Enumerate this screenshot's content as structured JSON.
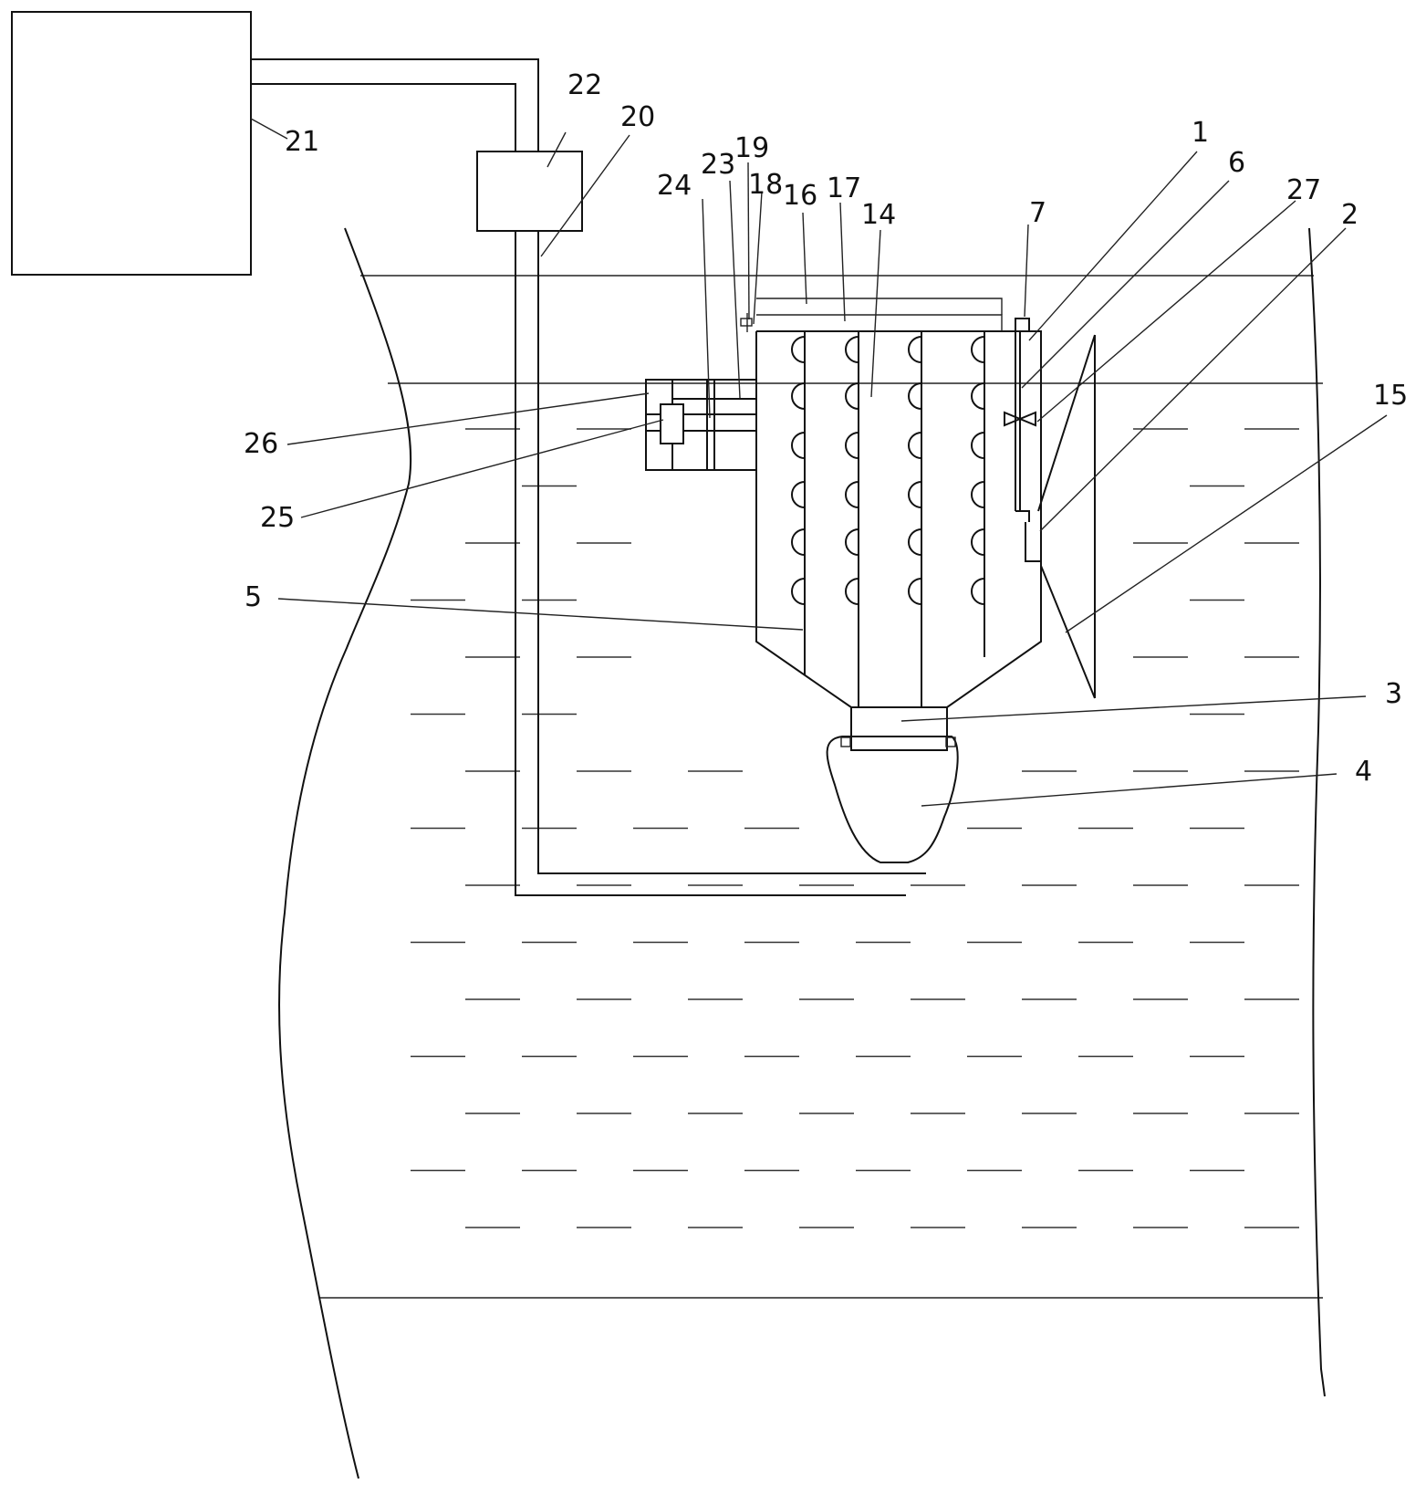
{
  "labels": {
    "l1": "1",
    "l2": "2",
    "l3": "3",
    "l4": "4",
    "l5": "5",
    "l6": "6",
    "l7": "7",
    "l14": "14",
    "l15": "15",
    "l16": "16",
    "l17": "17",
    "l18": "18",
    "l19": "19",
    "l20": "20",
    "l21": "21",
    "l22": "22",
    "l23": "23",
    "l24": "24",
    "l25": "25",
    "l26": "26",
    "l27": "27"
  }
}
